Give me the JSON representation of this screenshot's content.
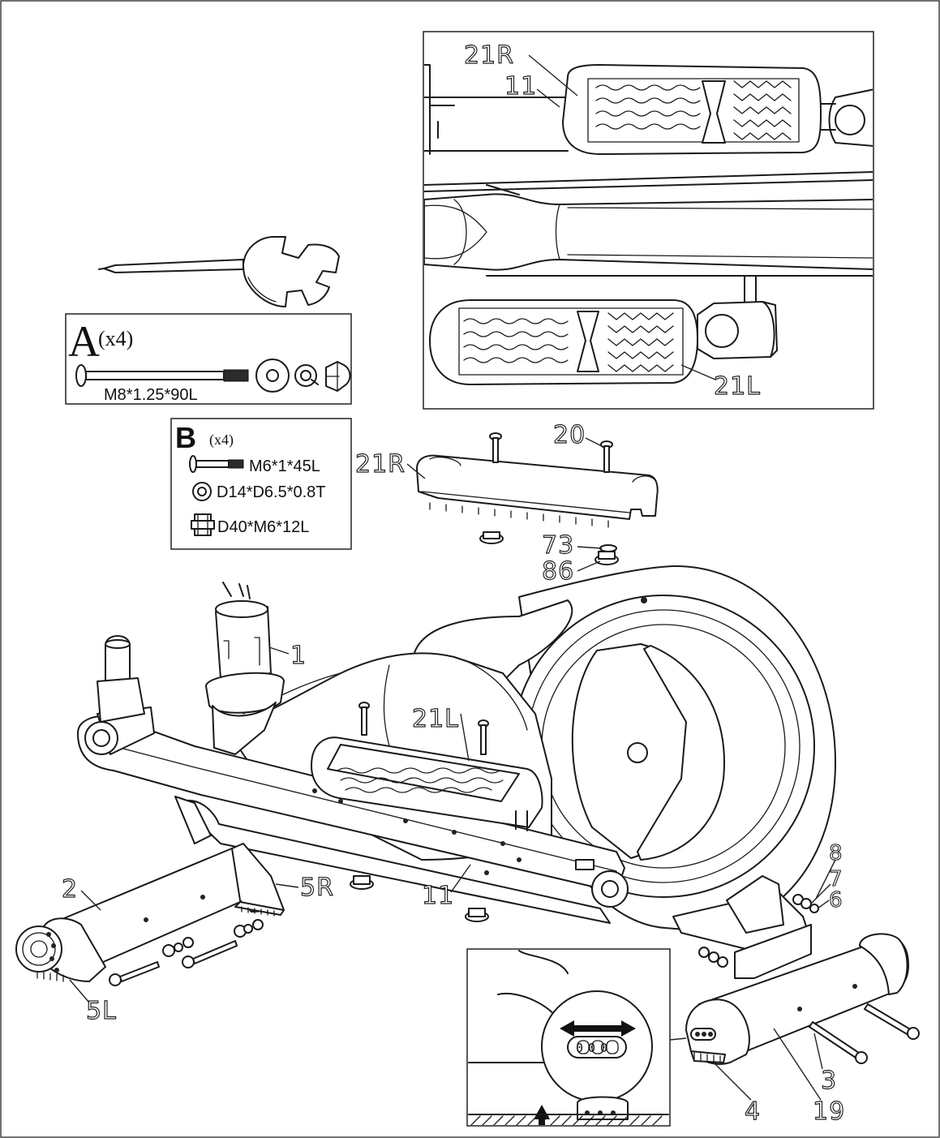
{
  "hardware_kits": [
    {
      "letter": "A",
      "quantity": "(x4)",
      "items": [
        "M8*1.25*90L"
      ]
    },
    {
      "letter": "B",
      "quantity": "(x4)",
      "items": [
        "M6*1*45L",
        "D14*D6.5*0.8T",
        "D40*M6*12L"
      ]
    }
  ],
  "part_callouts": {
    "detail_21R": "21R",
    "detail_11": "11",
    "detail_21L": "21L",
    "pedal_20": "20",
    "pedal_21R": "21R",
    "pedal_73": "73",
    "pedal_86": "86",
    "mast_1": "1",
    "main_21L": "21L",
    "rear_8": "8",
    "rear_7": "7",
    "rear_6": "6",
    "stab_2": "2",
    "stab_5R": "5R",
    "stab_5L": "5L",
    "rail_11": "11",
    "front_3": "3",
    "front_4": "4",
    "front_19": "19"
  },
  "adjuster_inset": {
    "dial_digits": "000"
  },
  "icons": [
    "multi-tool-wrench-icon",
    "bolt-icon",
    "washer-icon",
    "spring-washer-icon",
    "cap-nut-icon",
    "knob-nut-icon",
    "horizontal-arrow-icon",
    "vertical-arrow-icon"
  ]
}
